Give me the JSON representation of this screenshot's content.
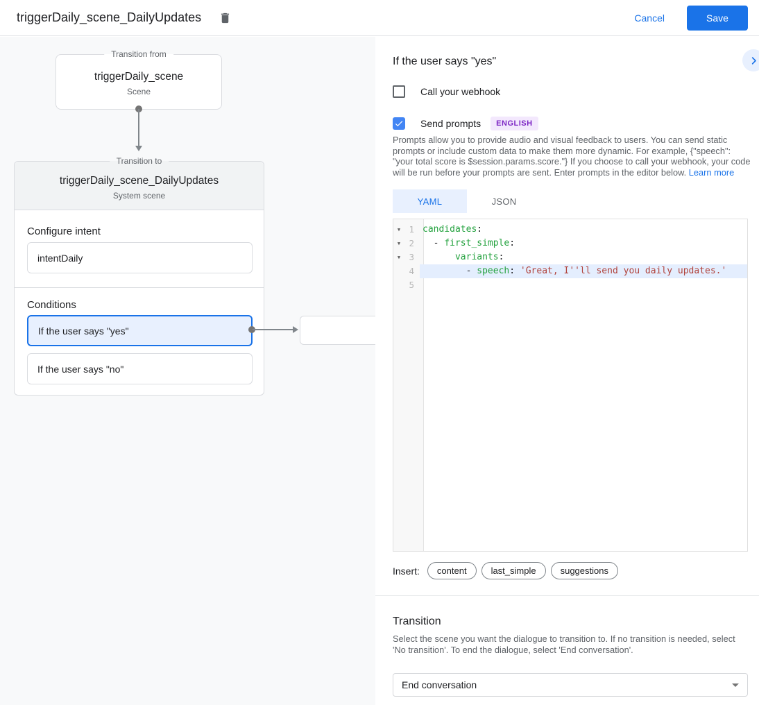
{
  "header": {
    "title": "triggerDaily_scene_DailyUpdates",
    "cancel_label": "Cancel",
    "save_label": "Save"
  },
  "colors": {
    "accent": "#1a73e8",
    "selected_bg": "#e8f0fe",
    "badge_bg": "#f3e8fd",
    "badge_text": "#7c24c4",
    "code_key": "#22a13d",
    "code_string": "#b0423b",
    "left_panel_bg": "#f8f9fa"
  },
  "icons": {
    "delete": "trash-icon",
    "panel_collapse": "chevron-right-icon",
    "fold_glyph": "▼",
    "checkmark_glyph": "✓",
    "dropdown_caret_glyph": "▼"
  },
  "diagram": {
    "from_box": {
      "legend": "Transition from",
      "title": "triggerDaily_scene",
      "subtitle": "Scene"
    },
    "to_card": {
      "legend": "Transition to",
      "title": "triggerDaily_scene_DailyUpdates",
      "subtitle": "System scene",
      "configure_intent_label": "Configure intent",
      "intent_value": "intentDaily",
      "conditions_label": "Conditions",
      "conditions": [
        {
          "label": "If the user says \"yes\"",
          "selected": true
        },
        {
          "label": "If the user says \"no\"",
          "selected": false
        }
      ]
    }
  },
  "panel": {
    "title": "If the user says \"yes\"",
    "webhook_label": "Call your webhook",
    "send_prompts_label": "Send prompts",
    "language_badge": "ENGLISH",
    "description": "Prompts allow you to provide audio and visual feedback to users. You can send static prompts or include custom data to make them more dynamic. For example, {\"speech\": \"your total score is $session.params.score.\"} If you choose to call your webhook, your code will be run before your prompts are sent. Enter prompts in the editor below.",
    "learn_more_label": "Learn more",
    "tabs": [
      {
        "label": "YAML",
        "active": true
      },
      {
        "label": "JSON",
        "active": false
      }
    ],
    "editor": {
      "lines": [
        {
          "num": 1,
          "fold": true,
          "highlight": false,
          "tokens": [
            {
              "t": "key",
              "v": "candidates"
            },
            {
              "t": "plain",
              "v": ":"
            }
          ]
        },
        {
          "num": 2,
          "fold": true,
          "highlight": false,
          "tokens": [
            {
              "t": "plain",
              "v": "  - "
            },
            {
              "t": "key",
              "v": "first_simple"
            },
            {
              "t": "plain",
              "v": ":"
            }
          ]
        },
        {
          "num": 3,
          "fold": true,
          "highlight": false,
          "tokens": [
            {
              "t": "plain",
              "v": "      "
            },
            {
              "t": "key",
              "v": "variants"
            },
            {
              "t": "plain",
              "v": ":"
            }
          ]
        },
        {
          "num": 4,
          "fold": false,
          "highlight": true,
          "tokens": [
            {
              "t": "plain",
              "v": "        - "
            },
            {
              "t": "key",
              "v": "speech"
            },
            {
              "t": "plain",
              "v": ": "
            },
            {
              "t": "string",
              "v": "'Great, I''ll send you daily updates.'"
            }
          ]
        },
        {
          "num": 5,
          "fold": false,
          "highlight": false,
          "tokens": []
        }
      ]
    },
    "insert_label": "Insert:",
    "insert_chips": [
      "content",
      "last_simple",
      "suggestions"
    ],
    "transition": {
      "title": "Transition",
      "description": "Select the scene you want the dialogue to transition to. If no transition is needed, select 'No transition'. To end the dialogue, select 'End conversation'.",
      "selected_option": "End conversation"
    }
  }
}
